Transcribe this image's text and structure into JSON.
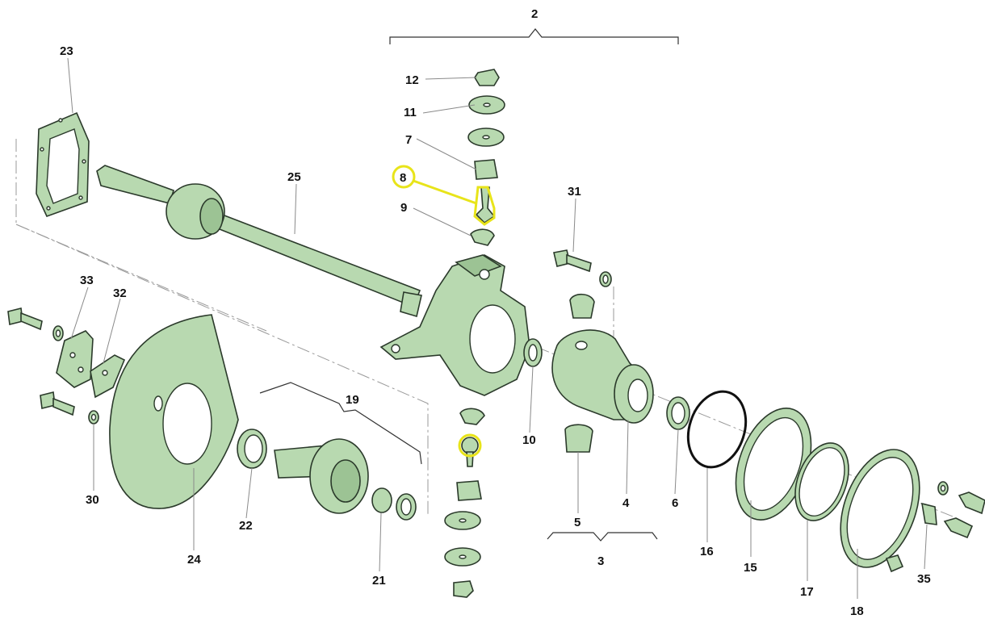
{
  "diagram": {
    "highlight_color": "#e8e41a",
    "part_color": "#b8d9b0",
    "highlighted_label": "8",
    "labels": {
      "l2": "2",
      "l3": "3",
      "l4": "4",
      "l5": "5",
      "l6": "6",
      "l7": "7",
      "l8": "8",
      "l9": "9",
      "l10": "10",
      "l11": "11",
      "l12": "12",
      "l15": "15",
      "l16": "16",
      "l17": "17",
      "l18": "18",
      "l19": "19",
      "l21": "21",
      "l22": "22",
      "l23": "23",
      "l24": "24",
      "l25": "25",
      "l30": "30",
      "l31": "31",
      "l32": "32",
      "l33": "33",
      "l35": "35"
    }
  }
}
